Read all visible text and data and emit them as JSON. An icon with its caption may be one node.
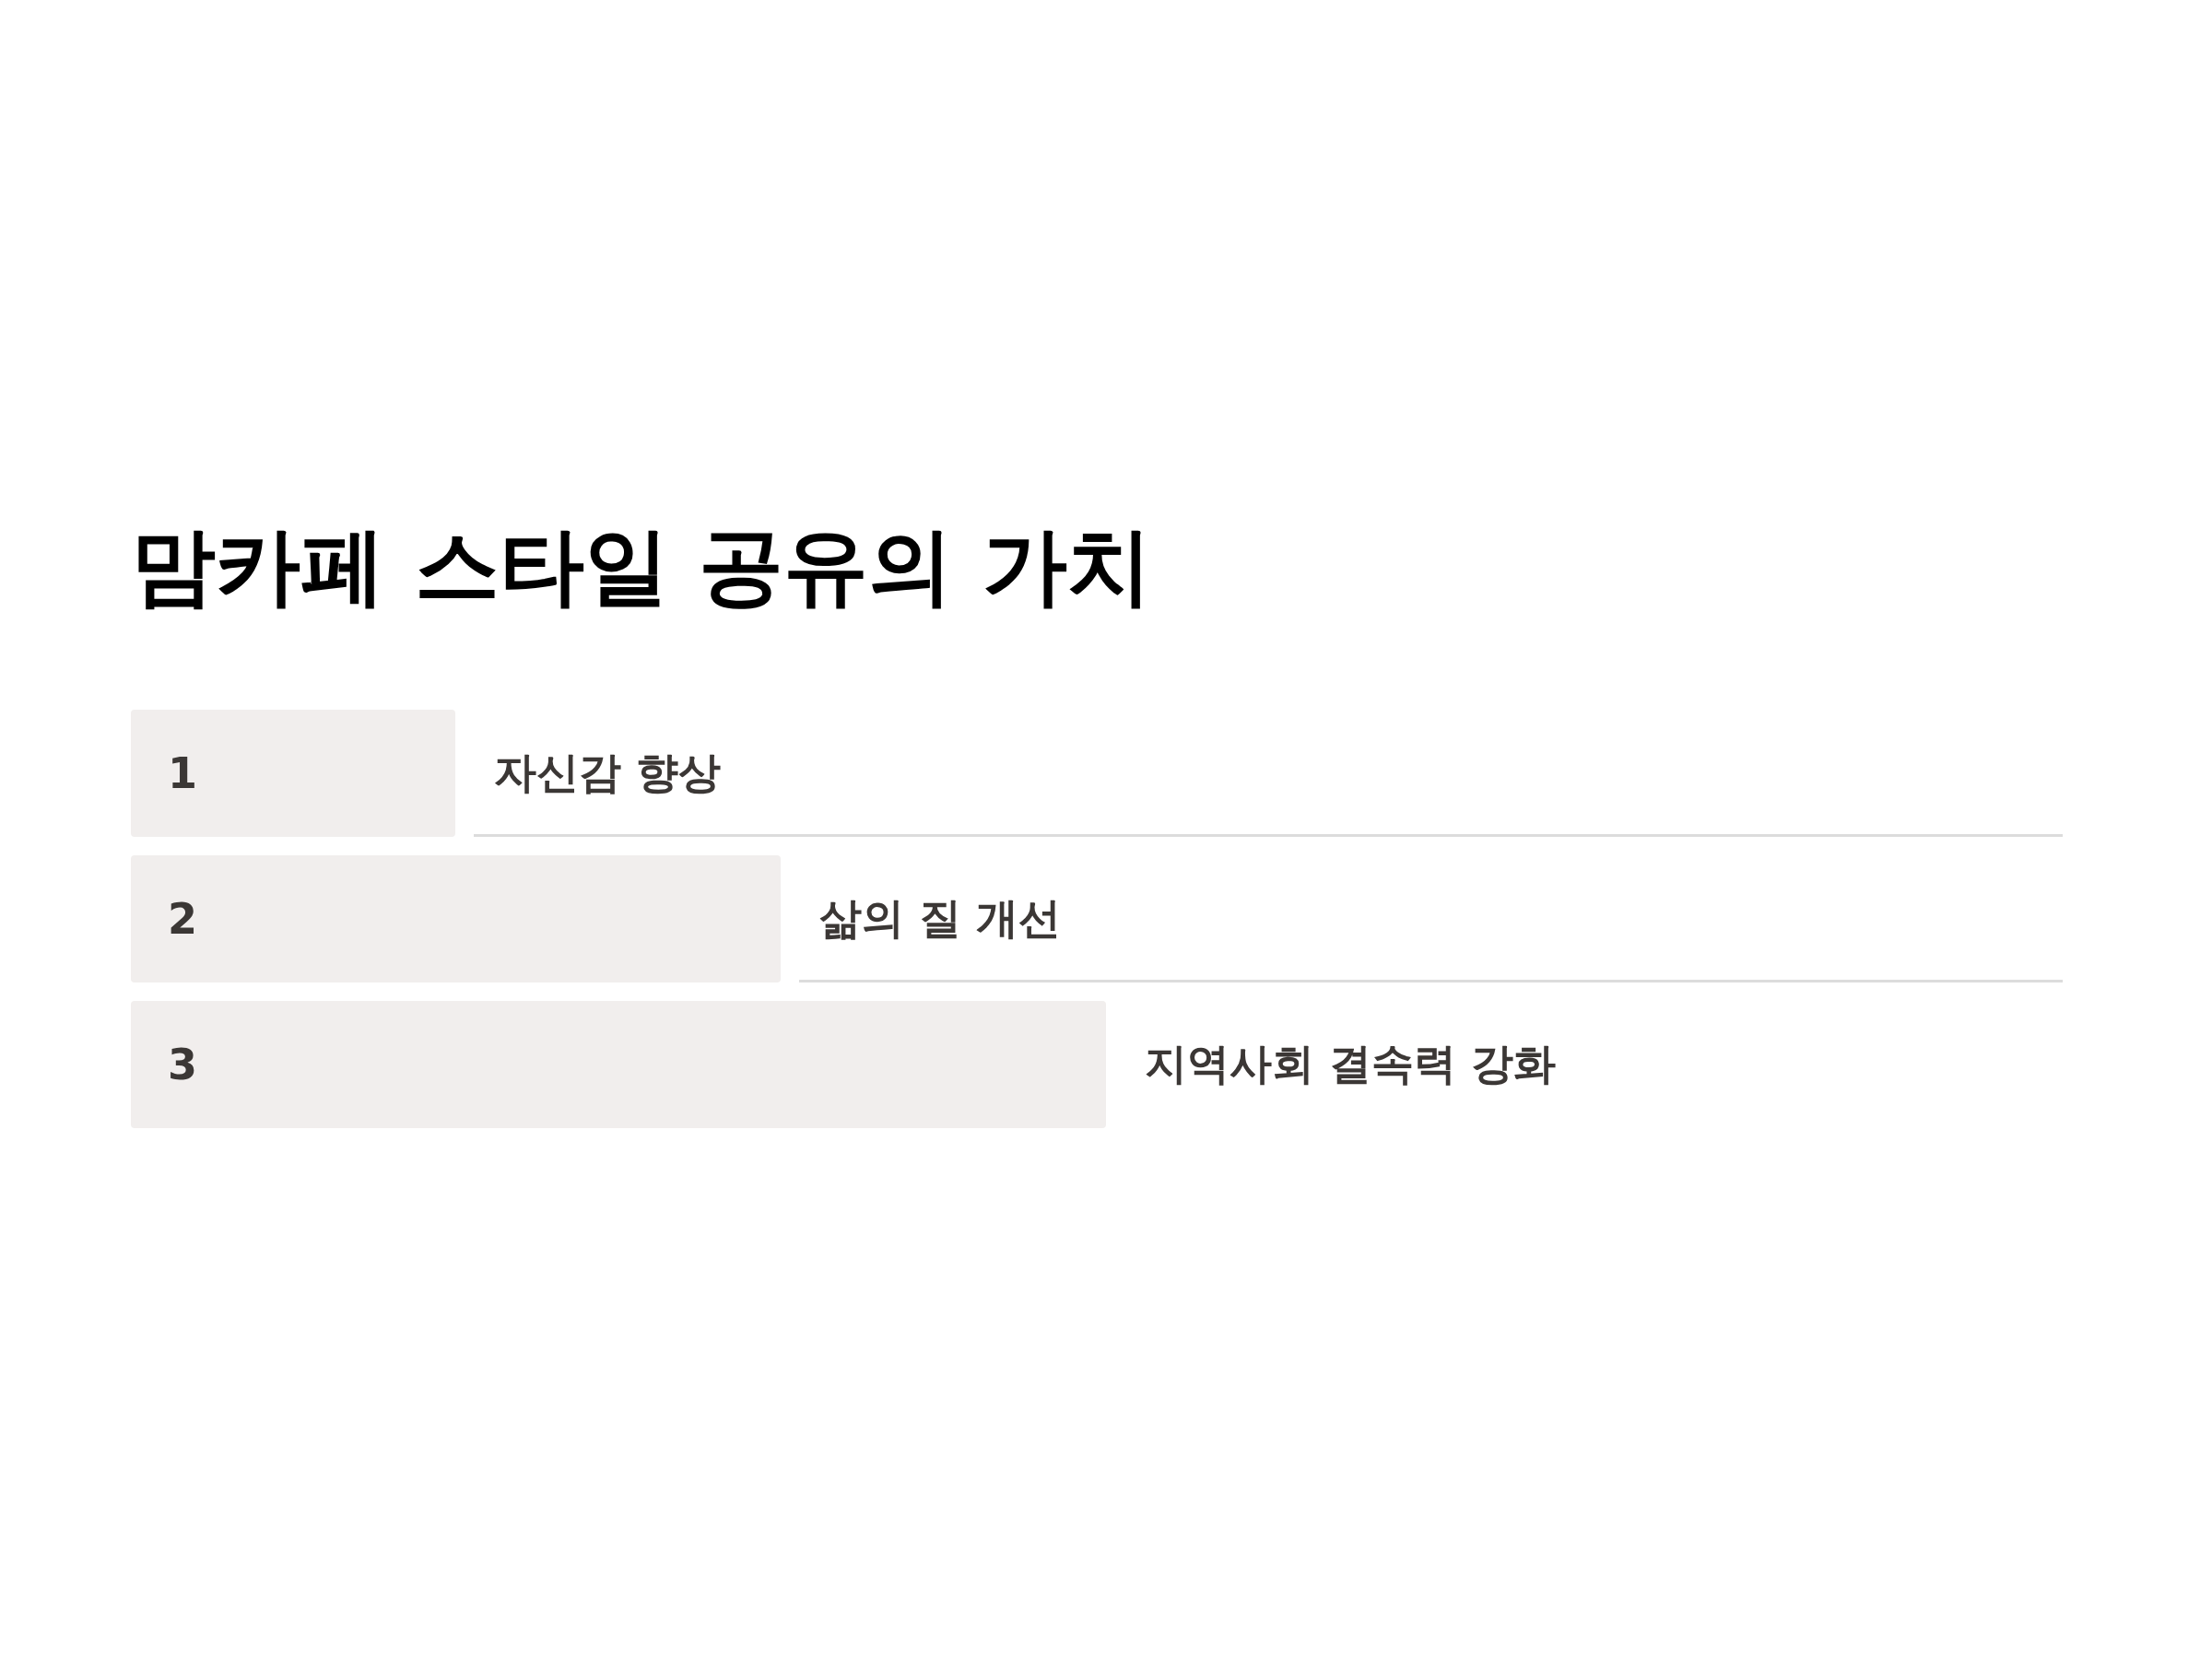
{
  "diagram": {
    "title": "맘카페 스타일 공유의 가치",
    "nodes": [
      {
        "text": [
          "1"
        ],
        "beside": [
          "자신감 향상"
        ]
      },
      {
        "text": [
          "2"
        ],
        "beside": [
          "삶의 질 개선"
        ]
      },
      {
        "text": [
          "3"
        ],
        "beside": [
          "지역사회 결속력 강화"
        ]
      }
    ]
  }
}
